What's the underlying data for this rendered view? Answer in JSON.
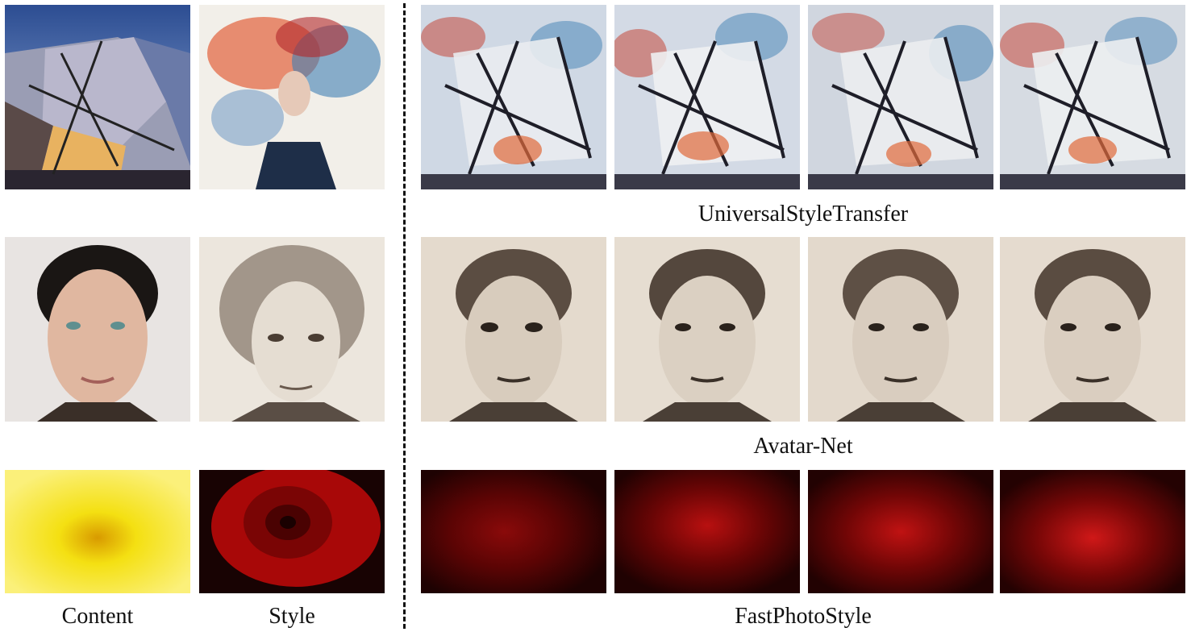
{
  "captions": {
    "content": "Content",
    "style": "Style",
    "method_row1": "UniversalStyleTransfer",
    "method_row2": "Avatar-Net",
    "method_row3": "FastPhotoStyle"
  },
  "rows": [
    {
      "subject": "building",
      "palette": {
        "sky": "#3d5f9f",
        "panel": "#b7b9cf",
        "light": "#f0c070",
        "paint_red": "#c43a2a",
        "paint_blue": "#3f7fb4"
      }
    },
    {
      "subject": "portrait",
      "palette": {
        "skin": "#e0b7a0",
        "hair": "#1a1614",
        "sketch": "#4a3d33",
        "paper": "#e8ddd0"
      }
    },
    {
      "subject": "flower",
      "palette": {
        "petal": "#f4e012",
        "core": "#e2a300",
        "rose": "#b40a0a",
        "dark": "#1a0202"
      }
    }
  ]
}
